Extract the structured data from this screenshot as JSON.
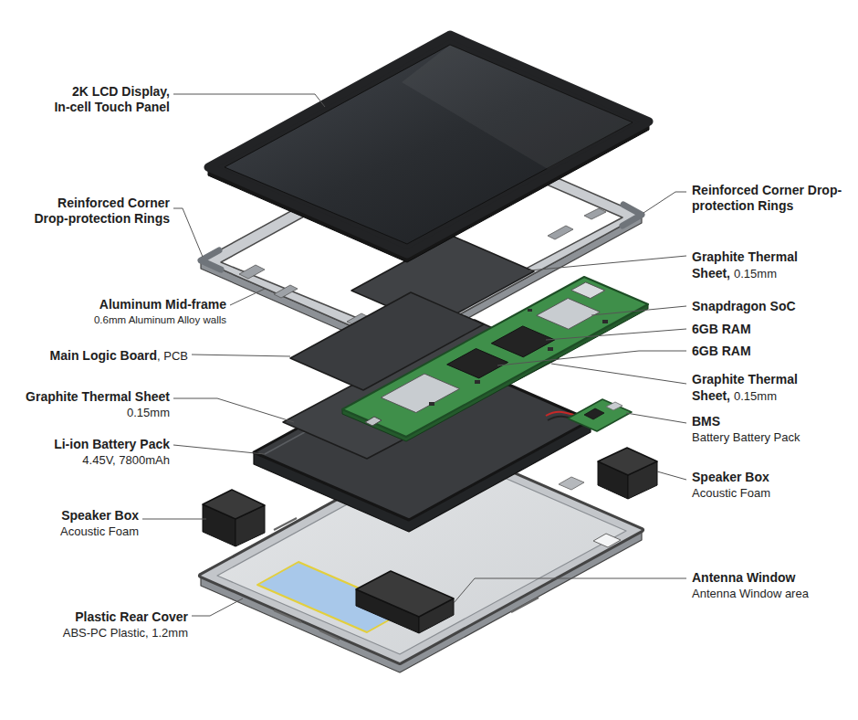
{
  "diagram": {
    "labels": [
      "2K LCD Display,",
      "In-cell Touch Panel",
      "Reinforced Corner Drop-protection Rings",
      "Aluminum Mid-frame",
      "0.6mm Aluminum Alloy walls",
      "Main Logic Board",
      ", PCB",
      "Graphite Thermal Sheet",
      "0.15mm",
      "Li-ion Battery Pack",
      "4.45V, 7800mAh",
      "Speaker Box",
      "Acoustic Foam",
      "Plastic Rear Cover",
      "ABS-PC Plastic, 1.2mm",
      "Reinforced Corner Drop-protection Rings",
      "Graphite Thermal Sheet,",
      "0.15mm",
      "Snapdragon SoC",
      "6GB RAM",
      "6GB RAM",
      "Graphite Thermal Sheet,",
      "0.15mm",
      "BMS",
      "Battery Battery Pack",
      "Speaker Box",
      "Acoustic Foam",
      "Antenna Window",
      "Antenna Window area"
    ]
  }
}
